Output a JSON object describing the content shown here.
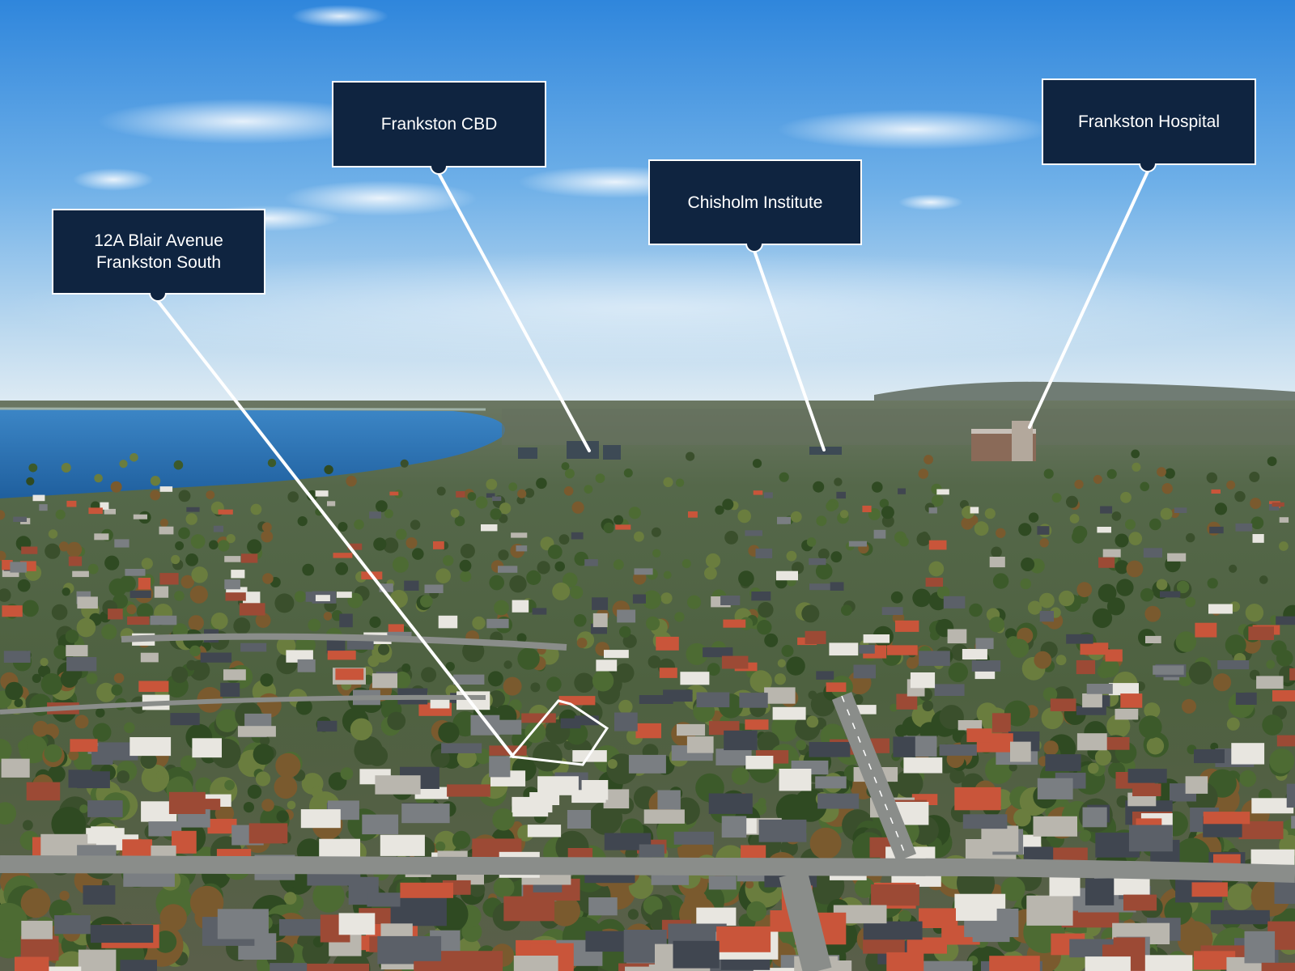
{
  "image": {
    "type": "aerial-photo",
    "subject": "suburban-coastline",
    "colors": {
      "sky_top": "#3d8fe0",
      "sky_horizon": "#dceaf5",
      "bay": "#2f74b8",
      "land_far": "#5f6d5a",
      "roof_terracotta": "#c9553a",
      "roof_grey": "#5b6068",
      "foliage": "#3c5a2a"
    }
  },
  "callouts": [
    {
      "id": "property",
      "lines": [
        "12A Blair Avenue",
        "Frankston South"
      ]
    },
    {
      "id": "cbd",
      "lines": [
        "Frankston CBD"
      ]
    },
    {
      "id": "chisholm",
      "lines": [
        "Chisholm Institute"
      ]
    },
    {
      "id": "hospital",
      "lines": [
        "Frankston Hospital"
      ]
    }
  ],
  "style": {
    "label_bg": "#0f2440",
    "label_text": "#ffffff",
    "leader_line": "#ffffff"
  }
}
